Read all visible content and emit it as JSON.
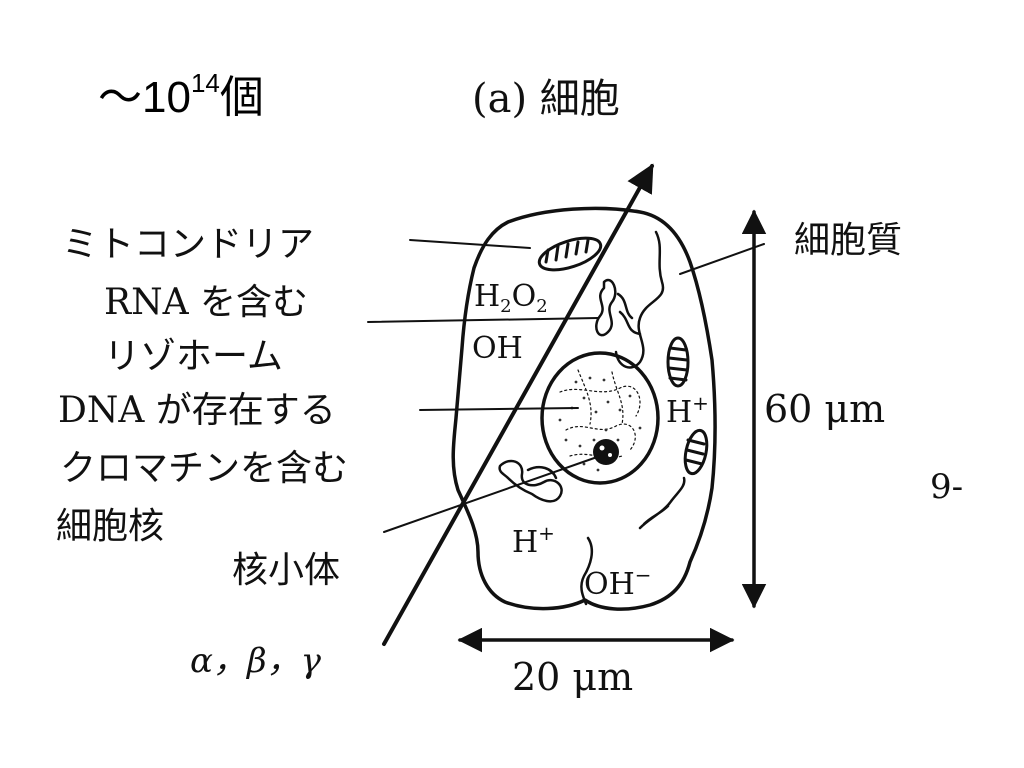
{
  "header": {
    "count_prefix": "～10",
    "count_exponent": "14",
    "count_suffix": "個",
    "panel_title": "(a) 細胞"
  },
  "labels": {
    "mitochondria": "ミトコンドリア",
    "rna_line1": "RNA を含む",
    "rna_line2": "リゾホーム",
    "dna_line1": "DNA が存在する",
    "dna_line2": "クロマチンを含む",
    "dna_line3": "細胞核",
    "nucleolus": "核小体",
    "cytoplasm": "細胞質",
    "radiation": "α，β，γ",
    "h2o2_base": "H",
    "h2o2_sub1": "2",
    "h2o2_mid": "O",
    "h2o2_sub2": "2",
    "oh_base": "OH",
    "h_plus_1_base": "H",
    "h_plus_1_sup": "+",
    "h_plus_2_base": "H",
    "h_plus_2_sup": "+",
    "oh_minus_base": "OH",
    "oh_minus_sup": "−"
  },
  "dimensions": {
    "height": "60 μm",
    "width": "20 μm"
  },
  "fragment": {
    "text": "9-"
  },
  "colors": {
    "ink": "#111111",
    "background": "#ffffff"
  }
}
